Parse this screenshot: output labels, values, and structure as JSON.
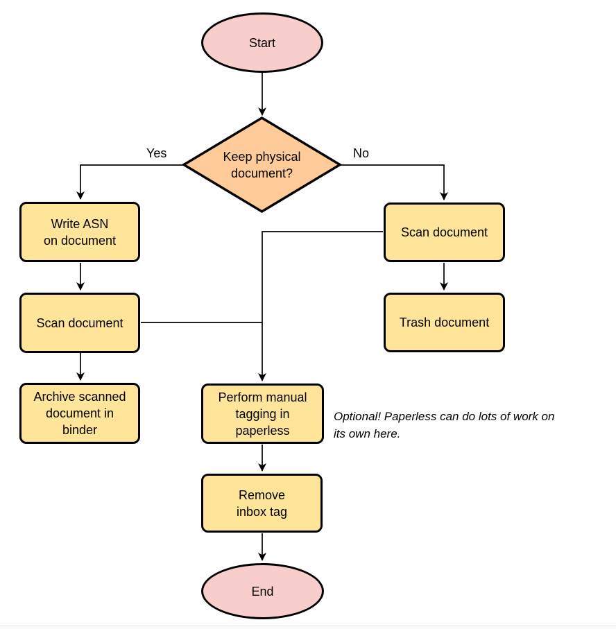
{
  "colors": {
    "terminator_fill": "#f8cecc",
    "decision_fill": "#ffcc99",
    "process_fill": "#ffe59a",
    "stroke": "#000000"
  },
  "nodes": {
    "start": {
      "type": "terminator",
      "label": "Start"
    },
    "decision": {
      "type": "decision",
      "label": "Keep physical\ndocument?"
    },
    "write_asn": {
      "type": "process",
      "label": "Write ASN\non document"
    },
    "scan_left": {
      "type": "process",
      "label": "Scan document"
    },
    "archive": {
      "type": "process",
      "label": "Archive scanned\ndocument in\nbinder"
    },
    "scan_right": {
      "type": "process",
      "label": "Scan document"
    },
    "trash": {
      "type": "process",
      "label": "Trash document"
    },
    "tagging": {
      "type": "process",
      "label": "Perform manual\ntagging in\npaperless"
    },
    "remove_inbox": {
      "type": "process",
      "label": "Remove\ninbox tag"
    },
    "end": {
      "type": "terminator",
      "label": "End"
    }
  },
  "edge_labels": {
    "yes": "Yes",
    "no": "No"
  },
  "note": {
    "text": "Optional! Paperless can do lots of work on\nits own here."
  }
}
